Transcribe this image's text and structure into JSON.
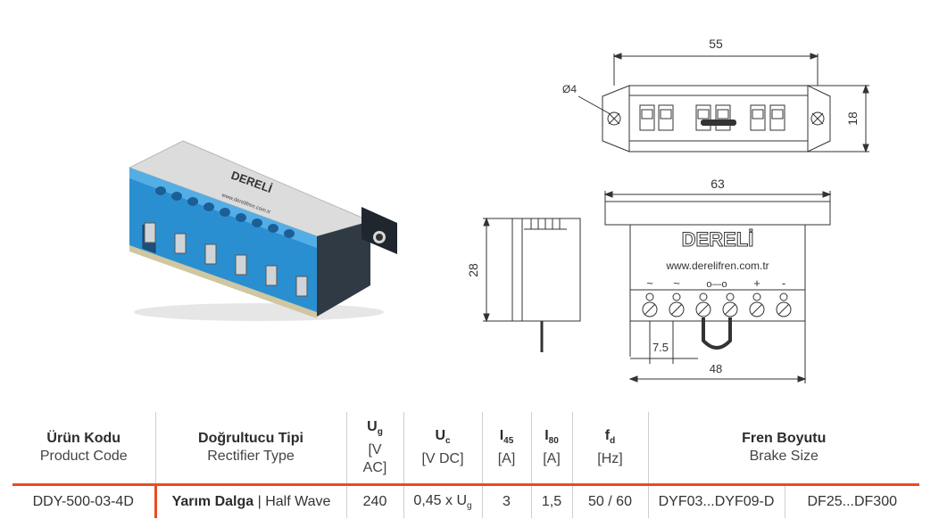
{
  "drawings": {
    "top_view": {
      "width_dim": "55",
      "height_dim": "18",
      "hole_dim": "Ø4"
    },
    "side_view": {
      "height_dim": "28"
    },
    "front_view": {
      "width_dim": "63",
      "logo_text": "DERELİ",
      "website": "www.derelifren.com.tr",
      "terminal_symbols": [
        "~",
        "~",
        "o—o",
        "+",
        "-"
      ],
      "pitch_dim": "7.5",
      "body_dim": "48"
    },
    "photo": {
      "logo_text": "DERELİ",
      "website": "www.derelifren.com.tr"
    }
  },
  "table": {
    "headers": {
      "product_code": {
        "tr": "Ürün Kodu",
        "en": "Product Code"
      },
      "rectifier_type": {
        "tr": "Doğrultucu Tipi",
        "en": "Rectifier Type"
      },
      "ug": {
        "sym": "U",
        "sub": "g",
        "unit_a": "[V",
        "unit_b": "AC]"
      },
      "uc": {
        "sym": "U",
        "sub": "c",
        "unit": "[V DC]"
      },
      "i45": {
        "sym": "I",
        "sub": "45",
        "unit": "[A]"
      },
      "i80": {
        "sym": "I",
        "sub": "80",
        "unit": "[A]"
      },
      "fd": {
        "sym": "f",
        "sub": "d",
        "unit": "[Hz]"
      },
      "brake_size": {
        "tr": "Fren Boyutu",
        "en": "Brake Size"
      }
    },
    "row": {
      "product_code": "DDY-500-03-4D",
      "type_tr": "Yarım Dalga",
      "type_sep": " | ",
      "type_en": "Half Wave",
      "ug": "240",
      "uc_val": "0,45 x U",
      "uc_sub": "g",
      "i45": "3",
      "i80": "1,5",
      "fd": "50 / 60",
      "brake_a": "DYF03...DYF09-D",
      "brake_b": "DF25...DF300"
    }
  }
}
